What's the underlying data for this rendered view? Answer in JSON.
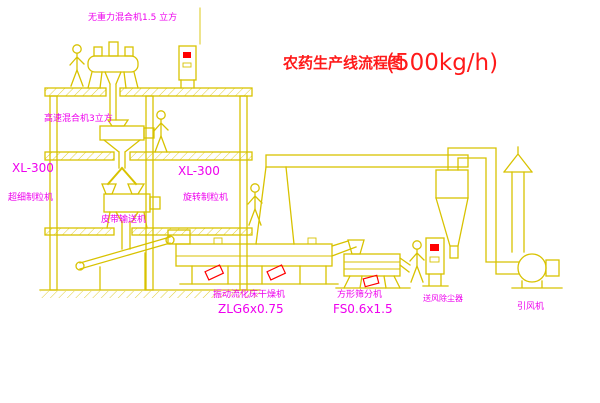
{
  "title": {
    "name": "农药生产线流程图",
    "capacity": "(500kg/h)"
  },
  "equipment_labels": {
    "gravity_mixer": "无重力混合机1.5 立方",
    "high_speed_mixer": "高速混合机3立方",
    "granulator_left_model": "XL-300",
    "granulator_left_name": "超细制粒机",
    "granulator_mid_model": "XL-300",
    "granulator_mid_name": "旋转制粒机",
    "belt_conveyor": "皮带输送机",
    "dryer_name": "振动流化床干燥机",
    "dryer_model": "ZLG6x0.75",
    "sieve_name": "方形筛分机",
    "sieve_model": "FS0.6x1.5",
    "dust_collector": "送风除尘器",
    "induced_fan": "引风机"
  },
  "colors": {
    "line": "#d8c200",
    "label": "#ee00ee",
    "title": "#ff1a1a",
    "red": "#ff0000",
    "background": "#ffffff"
  }
}
